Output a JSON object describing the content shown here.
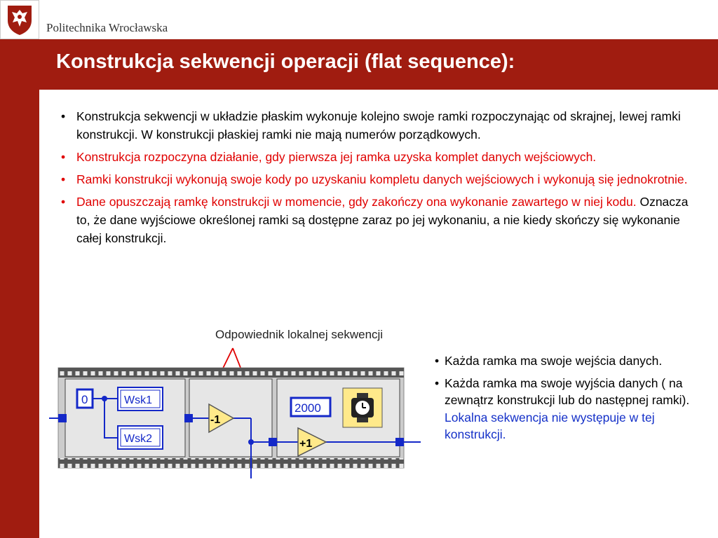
{
  "header": {
    "university_name": "Politechnika Wrocławska",
    "title": "Konstrukcja sekwencji operacji (flat sequence):"
  },
  "bullets": [
    {
      "text": "Konstrukcja sekwencji w układzie płaskim wykonuje kolejno swoje ramki rozpoczynając od skrajnej, lewej ramki konstrukcji.  W konstrukcji płaskiej ramki nie mają numerów porządkowych."
    },
    {
      "text": "Konstrukcja rozpoczyna działanie, gdy pierwsza jej ramka uzyska komplet danych wejściowych."
    },
    {
      "text": "Ramki konstrukcji wykonują swoje kody  po uzyskaniu kompletu danych wejściowych i wykonują się jednokrotnie."
    },
    {
      "red_part": "Dane opuszczają ramkę konstrukcji  w momencie, gdy zakończy ona  wykonanie zawartego w niej kodu.",
      "black_part": " Oznacza to, że dane wyjściowe określonej ramki są dostępne zaraz po jej  wykonaniu, a nie kiedy skończy się wykonanie całej konstrukcji."
    }
  ],
  "diagram": {
    "callout": "Odpowiednik lokalnej sekwencji",
    "const_zero": "0",
    "ind1": "Wsk1",
    "ind2": "Wsk2",
    "dec": "-1",
    "const_2000": "2000",
    "inc": "+1"
  },
  "side_notes": [
    {
      "text": "Każda ramka ma swoje wejścia danych."
    },
    {
      "black_part": "Każda ramka ma swoje wyjścia danych ( na zewnątrz konstrukcji lub do następnej ramki). ",
      "blue_part": "Lokalna sekwencja nie występuje w  tej konstrukcji."
    }
  ],
  "colors": {
    "brand_red": "#a01c10",
    "text_red": "#e00000",
    "text_blue": "#1430c8",
    "wire_blue": "#1428c8"
  }
}
